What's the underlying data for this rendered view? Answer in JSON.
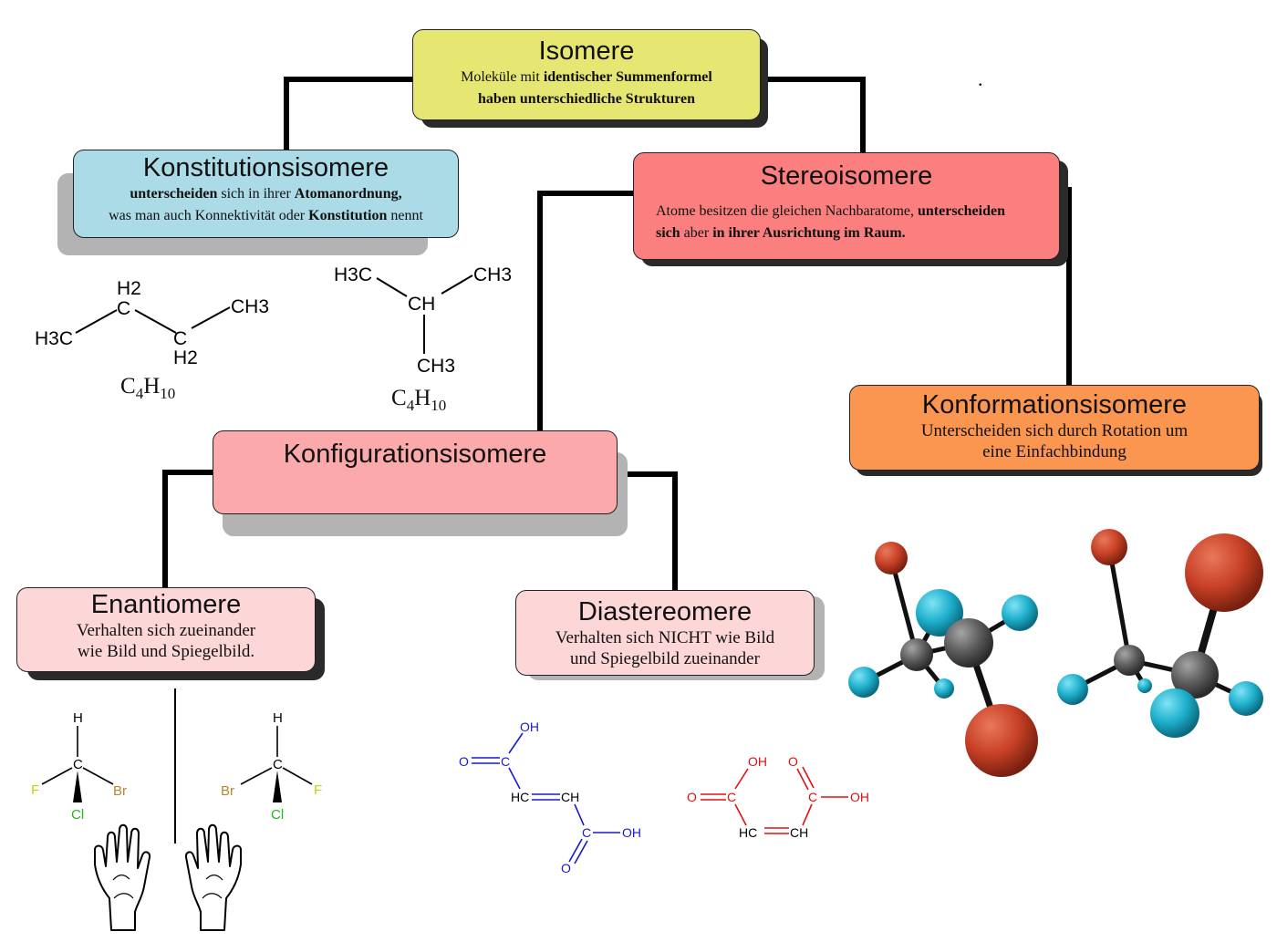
{
  "isomere": {
    "title": "Isomere",
    "desc_1": "Moleküle  mit ",
    "desc_1_bold": "identischer Summenformel",
    "desc_2_bold": "haben unterschiedliche Strukturen"
  },
  "konstitution": {
    "title": "Konstitutionsisomere",
    "line1_bold": "unterscheiden",
    "line1_rest": "  sich in ihrer ",
    "line1_bold2": "Atomanordnung,",
    "line2": "was man auch Konnektivität oder ",
    "line2_bold": "Konstitution",
    "line2_end": " nennt"
  },
  "stereo": {
    "title": "Stereoisomere",
    "line1": "Atome besitzen die gleichen Nachbaratome, ",
    "line1_bold": "unterscheiden",
    "line2_bold": "sich",
    "line2": " aber ",
    "line2_bold2": "in ihrer Ausrichtung im Raum."
  },
  "konformation": {
    "title": "Konformationsisomere",
    "line1": "Unterscheiden sich durch Rotation um",
    "line2": "eine Einfachbindung"
  },
  "konfiguration": {
    "title": "Konfigurationsisomere"
  },
  "enantiomere": {
    "title": "Enantiomere",
    "line1": "Verhalten sich zueinander",
    "line2": "wie Bild und Spiegelbild."
  },
  "diastereomere": {
    "title": "Diastereomere",
    "line1": "Verhalten sich NICHT wie Bild",
    "line2": "und Spiegelbild  zueinander"
  },
  "butane": {
    "h2_top": "H2",
    "c1": "C",
    "h3c": "H3C",
    "ch3": "CH3",
    "c2": "C",
    "h2_bottom": "H2",
    "formula_c": "C",
    "formula_c_n": "4",
    "formula_h": "H",
    "formula_h_n": "10"
  },
  "isobutane": {
    "h3c": "H3C",
    "ch3_right": "CH3",
    "ch": "CH",
    "ch3_bottom": "CH3",
    "formula_c": "C",
    "formula_c_n": "4",
    "formula_h": "H",
    "formula_h_n": "10"
  },
  "enantiomer_left": {
    "h": "H",
    "c": "C",
    "f": "F",
    "br": "Br",
    "cl": "Cl"
  },
  "enantiomer_right": {
    "h": "H",
    "c": "C",
    "f": "F",
    "br": "Br",
    "cl": "Cl"
  },
  "fumaric": {
    "oh_top": "OH",
    "o_left": "O",
    "c_left": "C",
    "hc": "HC",
    "ch": "CH",
    "c_right": "C",
    "oh_right": "OH",
    "o_bottom": "O"
  },
  "maleic": {
    "oh_left": "OH",
    "o_left": "O",
    "c_left": "C",
    "o_right": "O",
    "c_right": "C",
    "oh_right": "OH",
    "hc": "HC",
    "ch": "CH"
  },
  "dot": ".",
  "colors": {
    "isomere": "#e6e673",
    "konstitution": "#aadbe7",
    "stereo": "#fb7f7f",
    "konformation": "#fb9650",
    "konfiguration": "#fba9aa",
    "enantiomere": "#fdd6d7",
    "diastereomere": "#fdd6d7",
    "fluorine": "#c8d200",
    "bromine": "#b8862b",
    "chlorine": "#1fb81f",
    "fumaric": "#1a1acc",
    "maleic": "#e01010",
    "atom_red": "#c84126",
    "atom_cyan": "#1fb0cc",
    "atom_grey": "#5c5c5c"
  }
}
